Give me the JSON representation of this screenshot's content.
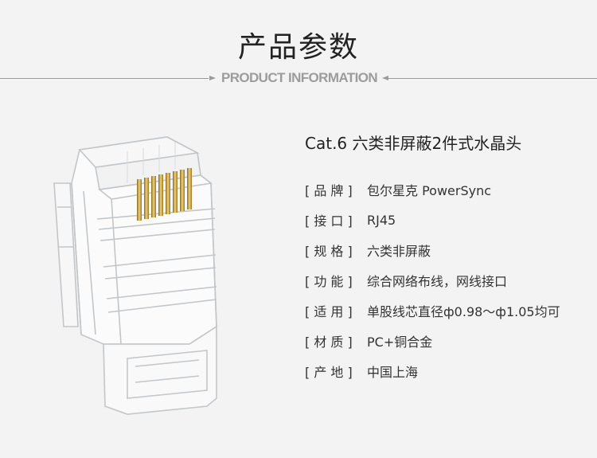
{
  "header": {
    "title": "产品参数",
    "subtitle": "PRODUCT INFORMATION"
  },
  "product": {
    "name": "Cat.6 六类非屏蔽2件式水晶头",
    "image": "rj45-connector"
  },
  "specs": [
    {
      "label": "[ 品 牌 ]",
      "value": "包尔星克 PowerSync"
    },
    {
      "label": "[ 接 口 ]",
      "value": "RJ45"
    },
    {
      "label": "[ 规 格 ]",
      "value": "六类非屏蔽"
    },
    {
      "label": "[ 功 能 ]",
      "value": "综合网络布线，网线接口"
    },
    {
      "label": "[ 适 用 ]",
      "value": "单股线芯直径ф0.98～ф1.05均可"
    },
    {
      "label": "[ 材 质 ]",
      "value": "PC+铜合金"
    },
    {
      "label": "[ 产 地 ]",
      "value": "中国上海"
    }
  ],
  "colors": {
    "background": "#f3f3f3",
    "pin_gold": "#c9a23a"
  }
}
